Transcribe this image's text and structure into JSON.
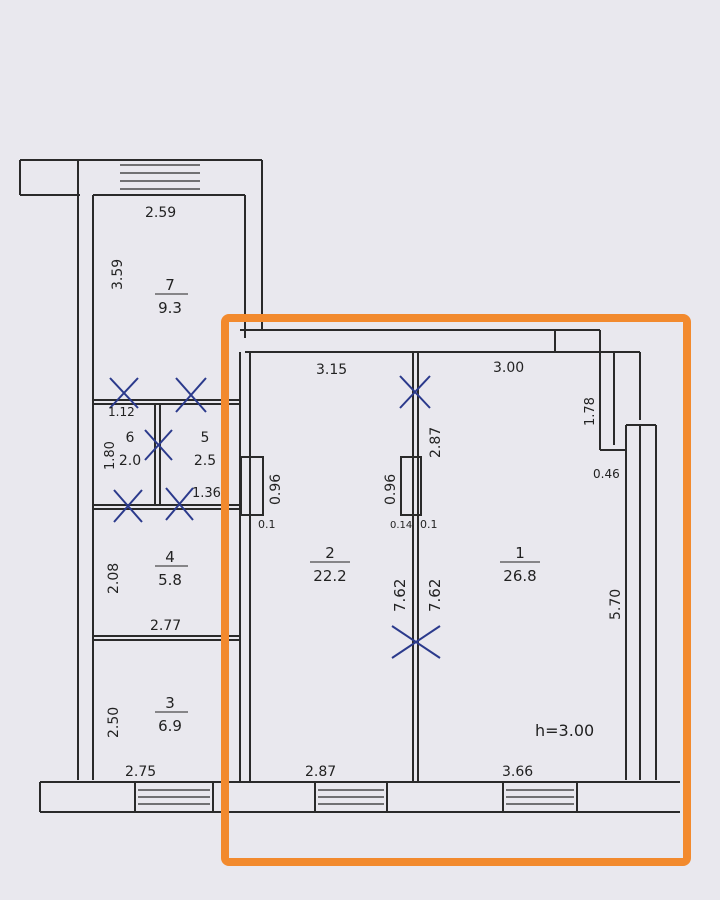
{
  "rooms": [
    {
      "number": "7",
      "area": "9.3"
    },
    {
      "number": "6",
      "area": "2.0"
    },
    {
      "number": "5",
      "area": "2.5"
    },
    {
      "number": "4",
      "area": "5.8"
    },
    {
      "number": "3",
      "area": "6.9"
    },
    {
      "number": "2",
      "area": "22.2"
    },
    {
      "number": "1",
      "area": "26.8"
    }
  ],
  "dimensions": {
    "room7_width": "2.59",
    "room7_height": "3.59",
    "room6_width": "1.12",
    "room6_height": "1.80",
    "room5_width": "1.36",
    "room4_height": "2.08",
    "room3_width": "2.77",
    "room3_height": "2.50",
    "bottom_left": "2.75",
    "bottom_mid": "2.87",
    "bottom_right": "3.66",
    "top_room2": "3.15",
    "top_room1": "3.00",
    "niche_height": "1.78",
    "niche_width": "0.46",
    "right_height": "5.70",
    "room2_height": "7.62",
    "room1_height": "7.62",
    "room1_partition": "2.87",
    "col_left_height": "0.96",
    "col_right_height": "0.96",
    "col_left_gap": "0.1",
    "col_right_gap_a": "0.14",
    "col_right_gap_b": "0.1"
  },
  "ceiling_height": "h=3.00",
  "colors": {
    "wall": "#2a2a2a",
    "mark": "#2b3a8c",
    "highlight": "#f28a2e",
    "paper": "#e9e8ee"
  }
}
